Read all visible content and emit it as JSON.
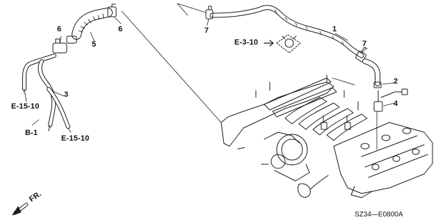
{
  "callouts": {
    "part_1": "1",
    "part_2": "2",
    "part_3": "3",
    "part_4": "4",
    "part_5": "5",
    "part_6a": "6",
    "part_6b": "6",
    "part_7a": "7",
    "part_7b": "7"
  },
  "references": {
    "e_15_10_left": "E-15-10",
    "e_15_10_bottom": "E-15-10",
    "b_1": "B-1",
    "e_3_10": "E-3-10"
  },
  "direction": {
    "label": "FR."
  },
  "diagram_code": "SZ34—E0800A",
  "colors": {
    "line": "#1a1a1a",
    "background": "#ffffff"
  }
}
